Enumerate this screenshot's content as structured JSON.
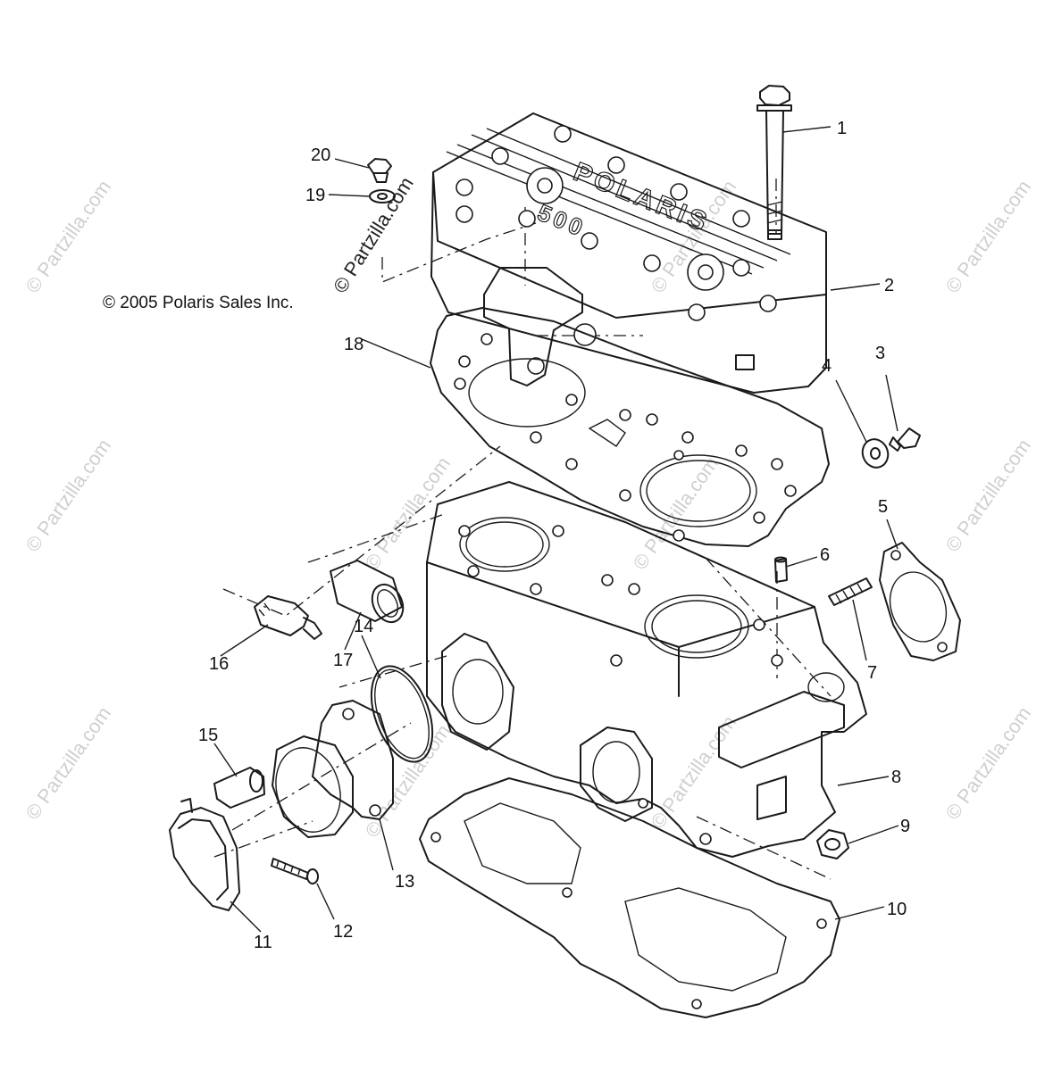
{
  "copyright": "© 2005 Polaris Sales Inc.",
  "watermark": "© Partzilla.com",
  "cover_lettering": "POLARIS 500",
  "callouts": [
    "1",
    "2",
    "3",
    "4",
    "5",
    "6",
    "7",
    "8",
    "9",
    "10",
    "11",
    "12",
    "13",
    "14",
    "15",
    "16",
    "17",
    "18",
    "19",
    "20"
  ],
  "colors": {
    "ink": "#1a1a1a",
    "watermark": "#cfcfcf",
    "background": "#ffffff"
  }
}
